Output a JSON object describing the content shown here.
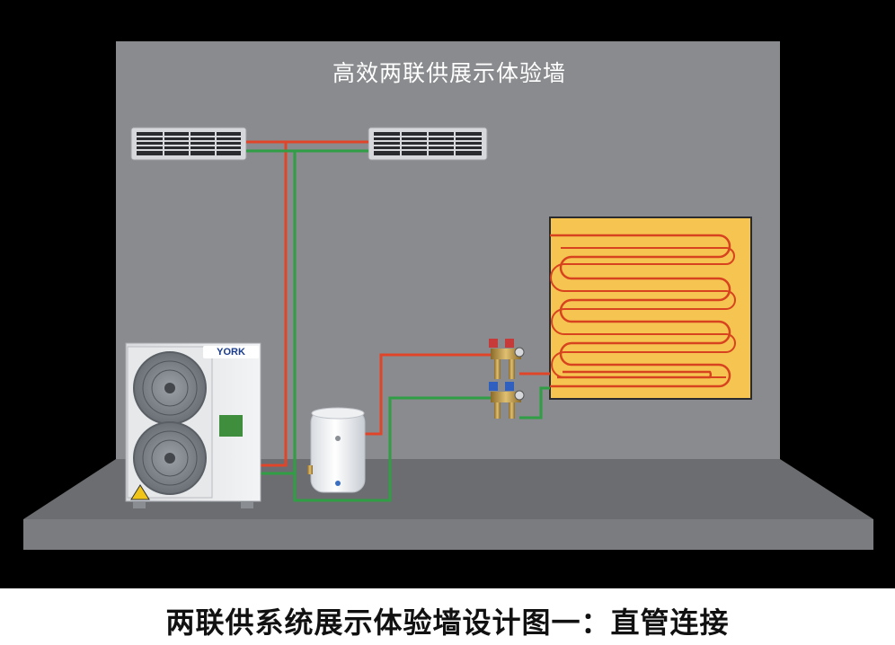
{
  "wall_title": "高效两联供展示体验墙",
  "caption": "两联供系统展示体验墙设计图一：直管连接",
  "outdoor_unit": {
    "brand": "YORK"
  },
  "colors": {
    "background": "#000000",
    "wall": "#8a8b8e",
    "floor": "#6c6d70",
    "hot_pipe": "#e0452a",
    "cold_pipe": "#2f9e44",
    "floor_heating_panel": "#f5c451",
    "floor_heating_coil": "#d8431f"
  },
  "icons": [
    "air-vent-icon",
    "fan-icon",
    "manifold-valve-icon",
    "water-tank-icon"
  ]
}
